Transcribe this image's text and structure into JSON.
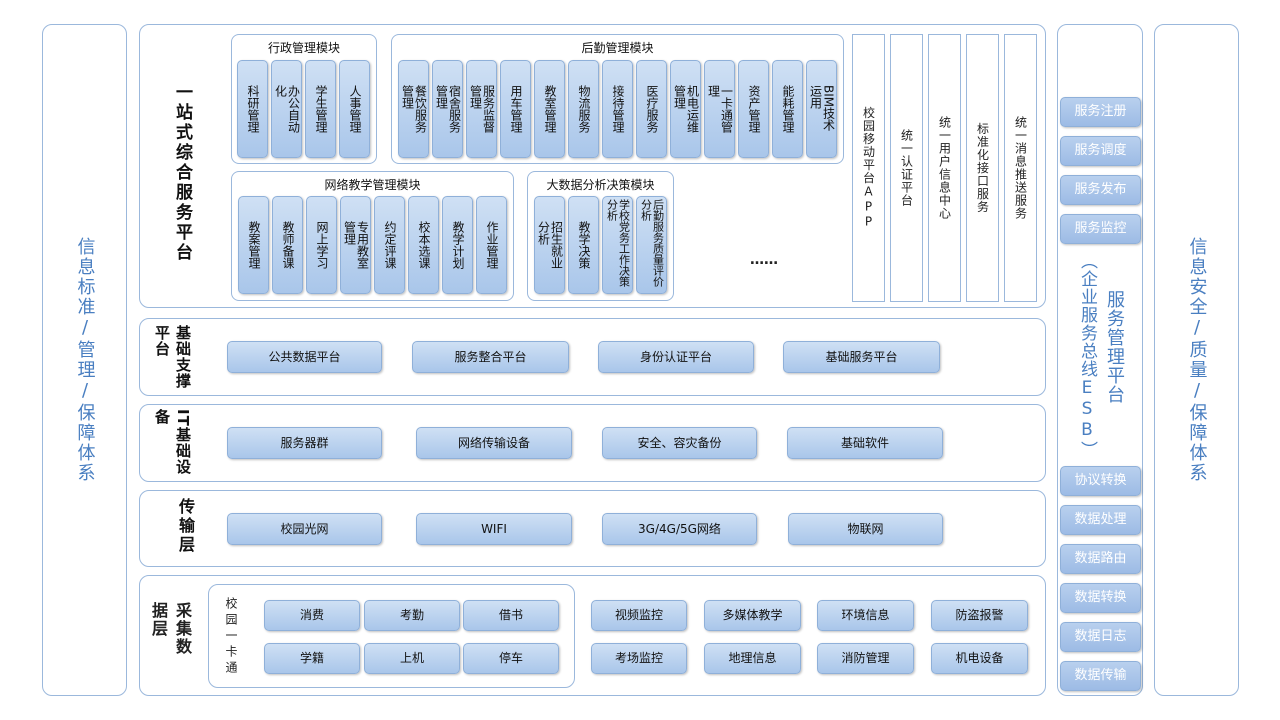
{
  "left_column": "信息标准/管理/保障体系",
  "right_column": "信息安全/质量/保障体系",
  "portal": {
    "title": "一站式综合服务平台",
    "admin_module": {
      "title": "行政管理模块",
      "items": [
        "科研管理",
        "办公自动化",
        "学生管理",
        "人事管理"
      ]
    },
    "logistics_module": {
      "title": "后勤管理模块",
      "items": [
        "餐饮服务管理",
        "宿舍服务管理",
        "服务监督管理",
        "用车管理",
        "教室管理",
        "物流服务",
        "接待管理",
        "医疗服务",
        "机电运维管理",
        "一卡通管理",
        "资产管理",
        "能耗管理",
        "BIM技术运用"
      ]
    },
    "teaching_module": {
      "title": "网络教学管理模块",
      "items": [
        "教案管理",
        "教师备课",
        "网上学习",
        "专用教室管理",
        "约定评课",
        "校本选课",
        "教学计划",
        "作业管理"
      ]
    },
    "bigdata_module": {
      "title": "大数据分析决策模块",
      "items": [
        "招生就业分析",
        "教学决策",
        "学校党务工作决策分析",
        "后勤服务质量评价分析"
      ]
    },
    "ellipsis": "……",
    "services": [
      "校园移动平台APP",
      "统一认证平台",
      "统一用户信息中心",
      "标准化接口服务",
      "统一消息推送服务"
    ]
  },
  "support_layer": {
    "title": "基础支撑平台",
    "items": [
      "公共数据平台",
      "服务整合平台",
      "身份认证平台",
      "基础服务平台"
    ]
  },
  "it_layer": {
    "title": "IT基础设备",
    "items": [
      "服务器群",
      "网络传输设备",
      "安全、容灾备份",
      "基础软件"
    ]
  },
  "transport_layer": {
    "title": "传输层",
    "items": [
      "校园光网",
      "WIFI",
      "3G/4G/5G网络",
      "物联网"
    ]
  },
  "collection_layer": {
    "title": "采集数据层",
    "card_title": "校园一卡通",
    "card_items": [
      "消费",
      "考勤",
      "借书",
      "学籍",
      "上机",
      "停车"
    ],
    "other_items": [
      "视频监控",
      "多媒体教学",
      "环境信息",
      "防盗报警",
      "考场监控",
      "地理信息",
      "消防管理",
      "机电设备"
    ]
  },
  "esb": {
    "title": "服务管理平台",
    "subtitle": "（企业服务总线ESB）",
    "top_buttons": [
      "服务注册",
      "服务调度",
      "服务发布",
      "服务监控"
    ],
    "bottom_buttons": [
      "协议转换",
      "数据处理",
      "数据路由",
      "数据转换",
      "数据日志",
      "数据传输"
    ]
  }
}
